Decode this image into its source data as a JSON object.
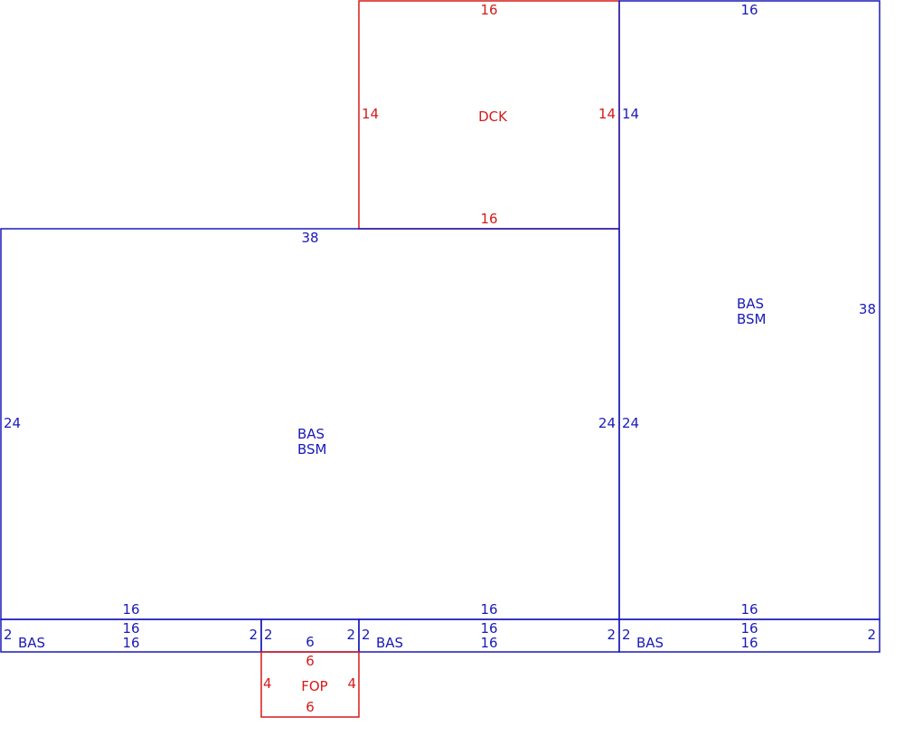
{
  "colors": {
    "main": "#1a1ab8",
    "accent": "#d61a1a",
    "background": "#ffffff"
  },
  "areas": {
    "deck": {
      "code": "DCK",
      "top": "16",
      "bottom": "16",
      "left": "14",
      "right": "14"
    },
    "main_left": {
      "code1": "BAS",
      "code2": "BSM",
      "top": "38",
      "left": "24",
      "right": "24",
      "bottom": "16"
    },
    "main_right": {
      "code1": "BAS",
      "code2": "BSM",
      "top": "16",
      "left_upper": "14",
      "left_lower": "24",
      "right": "38",
      "bottom": "16"
    },
    "strip_left": {
      "code": "BAS",
      "top": "16",
      "bottom": "16",
      "left": "2",
      "right": "2"
    },
    "strip_mid": {
      "top": "6",
      "left": "2",
      "right": "2"
    },
    "strip_center": {
      "code": "BAS",
      "top": "16",
      "bottom": "16",
      "left": "2",
      "right": "2"
    },
    "strip_right": {
      "code": "BAS",
      "top": "16",
      "bottom": "16",
      "left": "2",
      "right": "2"
    },
    "porch": {
      "code": "FOP",
      "top": "6",
      "bottom": "6",
      "left": "4",
      "right": "4"
    }
  }
}
